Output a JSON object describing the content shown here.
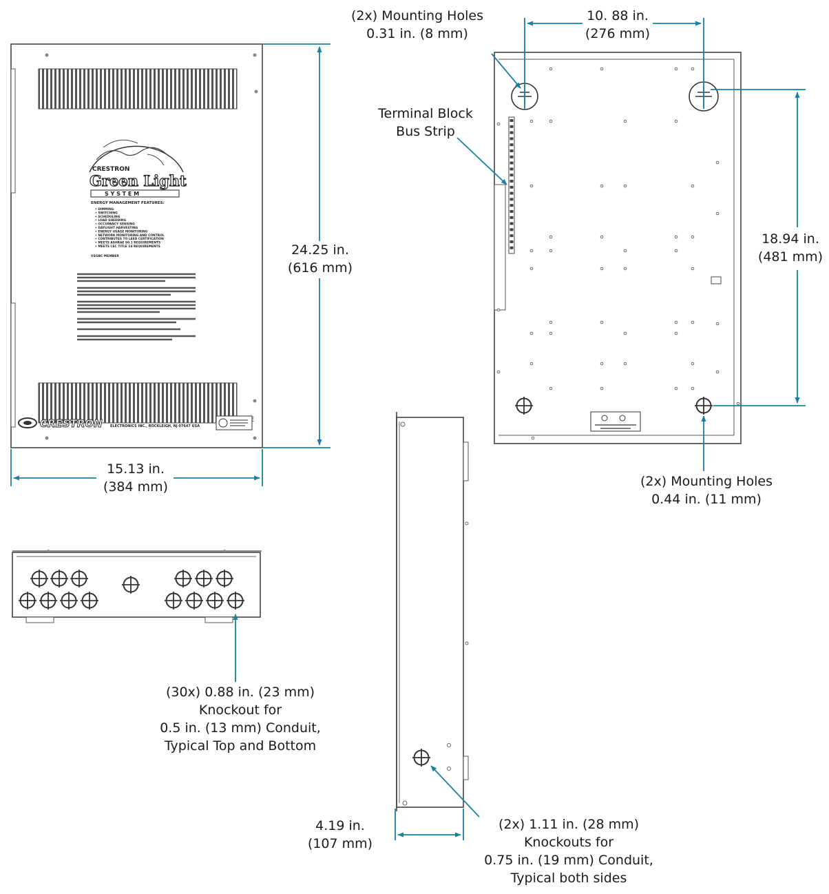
{
  "colors": {
    "dimension": "#1a7fa0",
    "outline": "#444444",
    "text": "#1a1a1a",
    "background": "#ffffff"
  },
  "front_view": {
    "brand": "CRESTRON",
    "product_line_1": "Green Light",
    "product_line_2": "S Y S T E M",
    "features_heading": "ENERGY MANAGEMENT FEATURES:",
    "feature_items": [
      "DIMMING",
      "SWITCHING",
      "SCHEDULING",
      "LOAD SHEDDING",
      "OCCUPANCY SENSING",
      "DAYLIGHT HARVESTING",
      "ENERGY USAGE MONITORING",
      "NETWORK MONITORING AND CONTROL",
      "CONTRIBUTES TO LEED CERTIFICATION",
      "MEETS ASHRAE 90.1 REQUIREMENTS",
      "MEETS CEC TITLE 24 REQUIREMENTS"
    ],
    "member": "USGBC MEMBER",
    "footer_brand": "CRESTRON",
    "footer_address": "ELECTRONICS INC., ROCKLEIGH, NJ 07647 USA",
    "ce_mark": "CE"
  },
  "dimensions": {
    "width": {
      "line1": "15.13 in.",
      "line2": "(384 mm)"
    },
    "height": {
      "line1": "24.25 in.",
      "line2": "(616 mm)"
    },
    "mount_spacing_h": {
      "line1": "10. 88 in.",
      "line2": "(276 mm)"
    },
    "mount_spacing_v": {
      "line1": "18.94 in.",
      "line2": "(481 mm)"
    },
    "depth": {
      "line1": "4.19 in.",
      "line2": "(107 mm)"
    }
  },
  "callouts": {
    "top_mount_holes": {
      "line1": "(2x) Mounting Holes",
      "line2": "0.31 in. (8 mm)"
    },
    "terminal_block": {
      "line1": "Terminal Block",
      "line2": "Bus Strip"
    },
    "bottom_mount_holes": {
      "line1": "(2x) Mounting Holes",
      "line2": "0.44 in. (11 mm)"
    },
    "knockouts_top_bottom": {
      "line1": "(30x) 0.88 in. (23 mm)",
      "line2": "Knockout for",
      "line3": "0.5 in. (13 mm) Conduit,",
      "line4": "Typical Top and Bottom"
    },
    "knockouts_sides": {
      "line1": "(2x) 1.11 in. (28 mm)",
      "line2": "Knockouts for",
      "line3": "0.75 in. (19 mm) Conduit,",
      "line4": "Typical both sides"
    }
  }
}
